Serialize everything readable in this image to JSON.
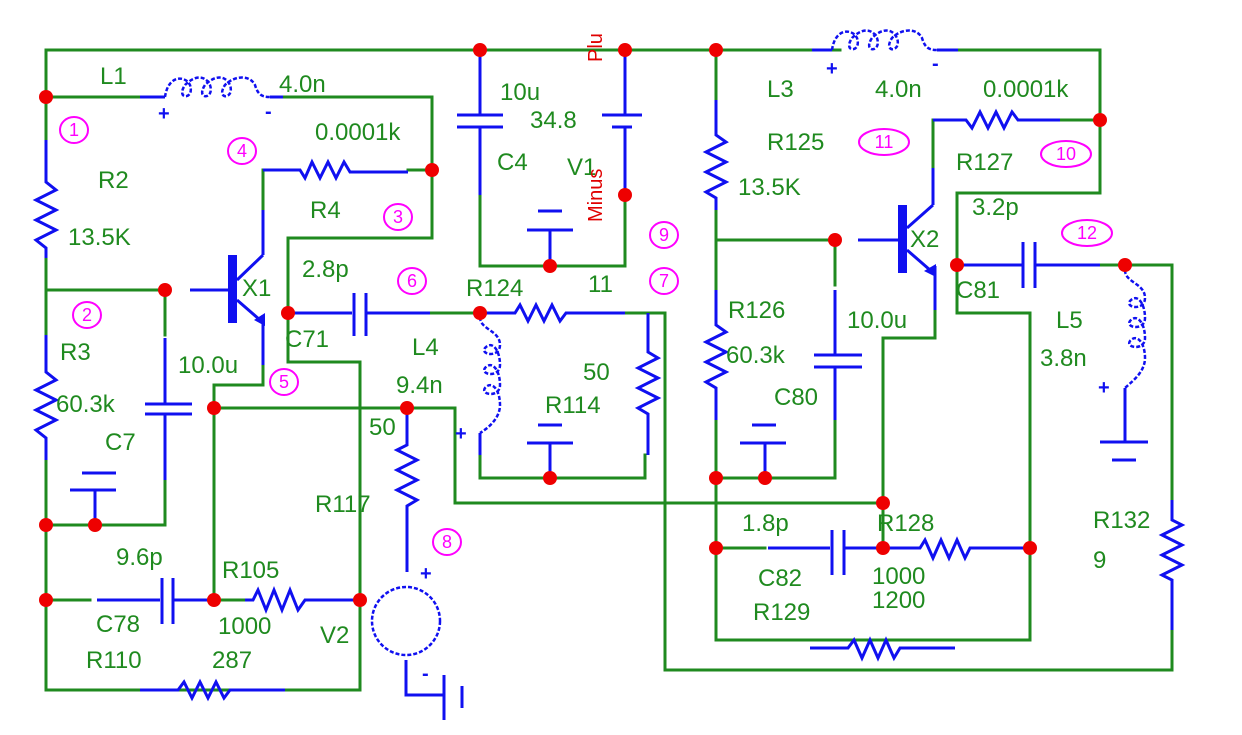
{
  "schematic": {
    "labels": {
      "L1": "L1",
      "L1_val": "4.0n",
      "R2": "R2",
      "R2_val": "13.5K",
      "R4": "R4",
      "R4_val": "0.0001k",
      "X1": "X1",
      "C71": "C71",
      "C71_val": "2.8p",
      "R3": "R3",
      "R3_val": "60.3k",
      "C7": "C7",
      "C7_val": "10.0u",
      "C4": "C4",
      "C4_val": "10u",
      "V1": "V1",
      "V1_val": "34.8",
      "V1_plus": "Plu",
      "V1_minus": "Minus",
      "R124": "R124",
      "R124_val": "11",
      "L4": "L4",
      "L4_val": "9.4n",
      "R114": "R114",
      "R114_val": "50",
      "R117": "R117",
      "R117_val": "50",
      "V2": "V2",
      "C78": "C78",
      "C78_val": "9.6p",
      "R105": "R105",
      "R105_val": "1000",
      "R110": "R110",
      "R110_val": "287",
      "L3": "L3",
      "L3_val": "4.0n",
      "R125": "R125",
      "R125_val": "13.5K",
      "R127": "R127",
      "R127_val": "0.0001k",
      "X2": "X2",
      "C81": "C81",
      "C81_val": "3.2p",
      "R126": "R126",
      "R126_val": "60.3k",
      "C80": "C80",
      "C80_val": "10.0u",
      "L5": "L5",
      "L5_val": "3.8n",
      "C82": "C82",
      "C82_val": "1.8p",
      "R128": "R128",
      "R128_val": "1000",
      "R129": "R129",
      "R129_val": "1200",
      "R132": "R132",
      "R132_val": "9"
    },
    "nodes": [
      "1",
      "2",
      "3",
      "4",
      "5",
      "6",
      "7",
      "8",
      "9",
      "10",
      "11",
      "12"
    ],
    "colors": {
      "wire": "#1f8a1f",
      "component": "#1010f0",
      "junction": "#ee0000",
      "node_marker": "#ff00ff",
      "label": "#1f8a1f"
    }
  }
}
